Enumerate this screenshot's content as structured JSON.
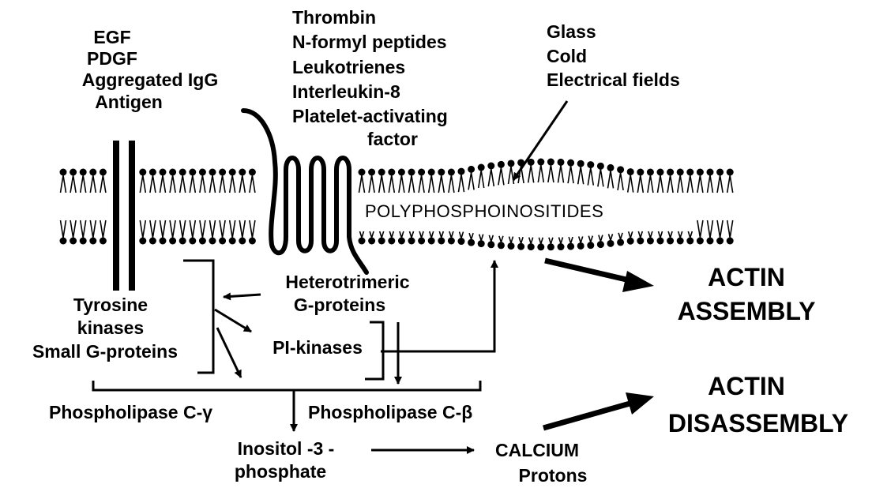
{
  "stimuli": {
    "growth_factors": [
      "EGF",
      "PDGF",
      "Aggregated IgG",
      "Antigen"
    ],
    "chemoattractants": [
      "Thrombin",
      "N-formyl peptides",
      "Leukotrienes",
      "Interleukin-8",
      "Platelet-activating",
      "factor"
    ],
    "physical": [
      "Glass",
      "Cold",
      "Electrical fields"
    ]
  },
  "membrane": {
    "lipid_label": "POLYPHOSPHOINOSITIDES"
  },
  "signaling": {
    "tyrosine": [
      "Tyrosine",
      "kinases",
      "Small G-proteins"
    ],
    "gproteins": [
      "Heterotrimeric",
      "G-proteins"
    ],
    "pi_kinases": "PI-kinases",
    "plc_gamma": "Phospholipase C-γ",
    "plc_beta": "Phospholipase C-β",
    "ip3": [
      "Inositol -3 -",
      "phosphate"
    ],
    "calcium": [
      "CALCIUM",
      "Protons"
    ]
  },
  "outcomes": {
    "assembly": [
      "ACTIN",
      "ASSEMBLY"
    ],
    "disassembly": [
      "ACTIN",
      "DISASSEMBLY"
    ]
  }
}
